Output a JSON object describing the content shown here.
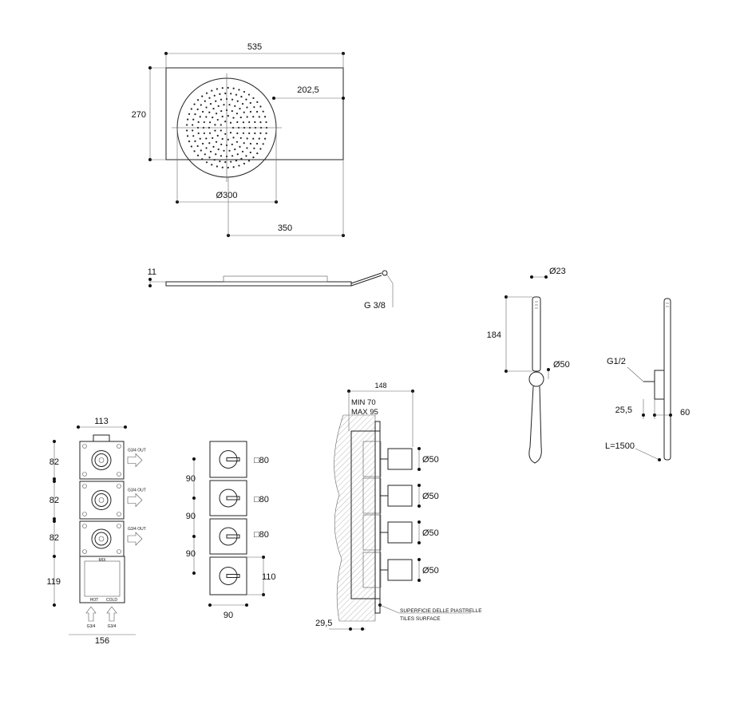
{
  "top_view": {
    "width": "535",
    "height": "270",
    "offset": "202,5",
    "diameter": "Ø300",
    "center_dist": "350"
  },
  "side_view": {
    "thickness": "11",
    "thread": "G 3/8"
  },
  "hand_shower": {
    "diameter": "Ø23",
    "length": "184",
    "holder_diameter": "Ø50",
    "thread": "G1/2",
    "offset": "25,5",
    "depth": "60",
    "hose": "L=1500"
  },
  "body": {
    "width": "113",
    "module_heights": [
      "82",
      "82",
      "82"
    ],
    "base_height": "119",
    "base_width": "156",
    "out_label": "G3/4 OUT",
    "mix": "MIX",
    "hot": "HOT",
    "cold": "COLD",
    "inlet": "G3/4"
  },
  "plates": {
    "size_labels": [
      "□80",
      "□80",
      "□80"
    ],
    "spacings": [
      "90",
      "90",
      "90"
    ],
    "last_height": "110",
    "width": "90"
  },
  "section": {
    "depth": "148",
    "min": "MIN 70",
    "max": "MAX 95",
    "knob_diameters": [
      "Ø50",
      "Ø50",
      "Ø50",
      "Ø50"
    ],
    "recess": "29,5",
    "tiles_it": "SUPERFICIE DELLE PIASTRELLE",
    "tiles_en": "TILES SURFACE"
  }
}
